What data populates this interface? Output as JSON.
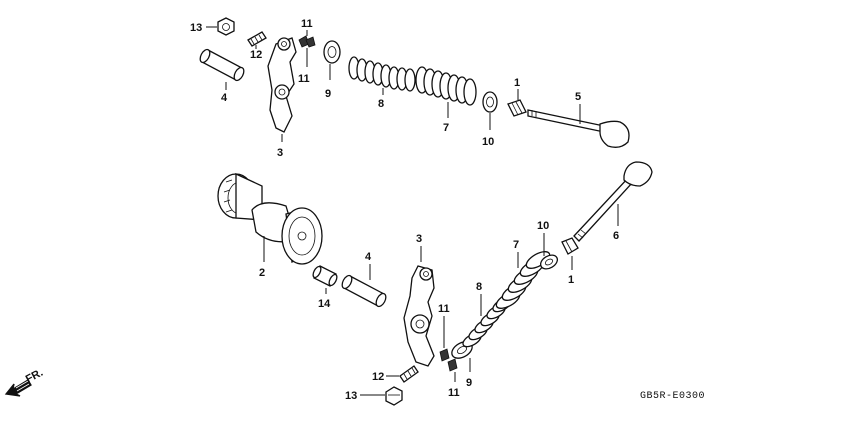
{
  "diagram_code": "GB5R-E0300",
  "front_marker": "FR.",
  "callouts": {
    "top": [
      "13",
      "12",
      "11",
      "11",
      "4",
      "3",
      "9",
      "8",
      "7",
      "10",
      "1",
      "5"
    ],
    "bottom": [
      "2",
      "14",
      "4",
      "3",
      "11",
      "12",
      "13",
      "11",
      "9",
      "8",
      "7",
      "10",
      "1",
      "6"
    ]
  }
}
